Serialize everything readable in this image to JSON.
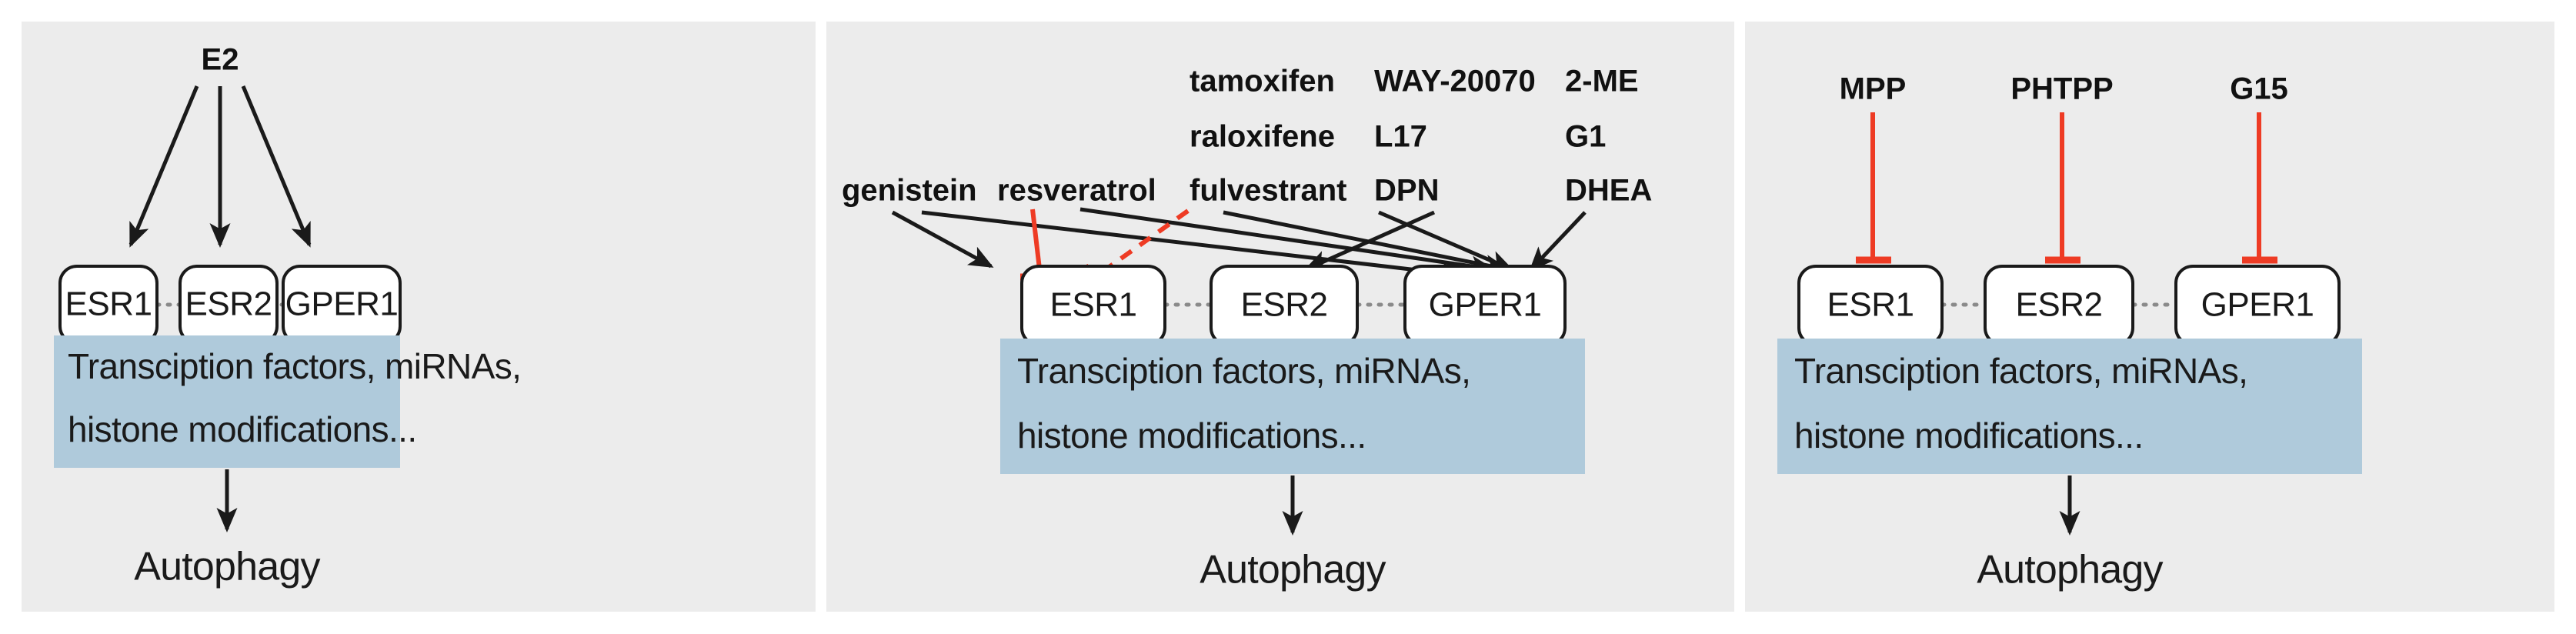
{
  "figure": {
    "background": "#ffffff",
    "panel_background": "#ececec",
    "accent_blue": "#afcadb",
    "accent_red": "#ee3b24",
    "line_black": "#1a1a1a",
    "panel_count": 3
  },
  "shared": {
    "receptors": [
      "ESR1",
      "ESR2",
      "GPER1"
    ],
    "effectors_line1": "Transciption factors, miRNAs,",
    "effectors_line2": "histone modifications...",
    "outcome": "Autophagy"
  },
  "panel1": {
    "name": "agonist-endogenous",
    "stimulus": "E2",
    "receptors": [
      "ESR1",
      "ESR2",
      "GPER1"
    ],
    "effectors_line1": "Transciption factors, miRNAs,",
    "effectors_line2": "histone modifications...",
    "outcome": "Autophagy",
    "edges": [
      {
        "from": "E2",
        "to": "ESR1",
        "kind": "activation"
      },
      {
        "from": "E2",
        "to": "ESR2",
        "kind": "activation"
      },
      {
        "from": "E2",
        "to": "GPER1",
        "kind": "activation"
      }
    ]
  },
  "panel2": {
    "name": "modulators",
    "receptors": [
      "ESR1",
      "ESR2",
      "GPER1"
    ],
    "effectors_line1": "Transciption factors, miRNAs,",
    "effectors_line2": "histone modifications...",
    "outcome": "Autophagy",
    "ligand_groups": [
      {
        "id": "genistein",
        "labels": [
          "genistein"
        ],
        "rows": [
          3
        ]
      },
      {
        "id": "resveratrol",
        "labels": [
          "resveratrol"
        ],
        "rows": [
          3
        ]
      },
      {
        "id": "serms",
        "labels": [
          "tamoxifen",
          "raloxifene",
          "fulvestrant"
        ],
        "rows": [
          1,
          2,
          3
        ]
      },
      {
        "id": "esr2-agonists",
        "labels": [
          "WAY-20070",
          "L17",
          "DPN"
        ],
        "rows": [
          1,
          2,
          3
        ]
      },
      {
        "id": "gper1-agonists",
        "labels": [
          "2-ME",
          "G1",
          "DHEA"
        ],
        "rows": [
          1,
          2,
          3
        ]
      }
    ],
    "edges": [
      {
        "from": "genistein",
        "to": "ESR1",
        "kind": "activation"
      },
      {
        "from": "genistein",
        "to": "GPER1",
        "kind": "activation"
      },
      {
        "from": "resveratrol",
        "to": "ESR1",
        "kind": "inhibition-solid"
      },
      {
        "from": "resveratrol",
        "to": "GPER1",
        "kind": "activation"
      },
      {
        "from": "fulvestrant",
        "to": "ESR1",
        "kind": "inhibition-dashed"
      },
      {
        "from": "serms",
        "to": "GPER1",
        "kind": "activation"
      },
      {
        "from": "esr2-agonists",
        "to": "ESR2",
        "kind": "activation"
      },
      {
        "from": "esr2-agonists",
        "to": "GPER1",
        "kind": "activation"
      },
      {
        "from": "gper1-agonists",
        "to": "GPER1",
        "kind": "activation"
      }
    ]
  },
  "panel3": {
    "name": "antagonists",
    "receptors": [
      "ESR1",
      "ESR2",
      "GPER1"
    ],
    "effectors_line1": "Transciption factors, miRNAs,",
    "effectors_line2": "histone modifications...",
    "outcome": "Autophagy",
    "antagonists": [
      {
        "label": "MPP",
        "target": "ESR1"
      },
      {
        "label": "PHTPP",
        "target": "ESR2"
      },
      {
        "label": "G15",
        "target": "GPER1"
      }
    ],
    "edges": [
      {
        "from": "MPP",
        "to": "ESR1",
        "kind": "inhibition-solid"
      },
      {
        "from": "PHTPP",
        "to": "ESR2",
        "kind": "inhibition-solid"
      },
      {
        "from": "G15",
        "to": "GPER1",
        "kind": "inhibition-solid"
      }
    ]
  }
}
